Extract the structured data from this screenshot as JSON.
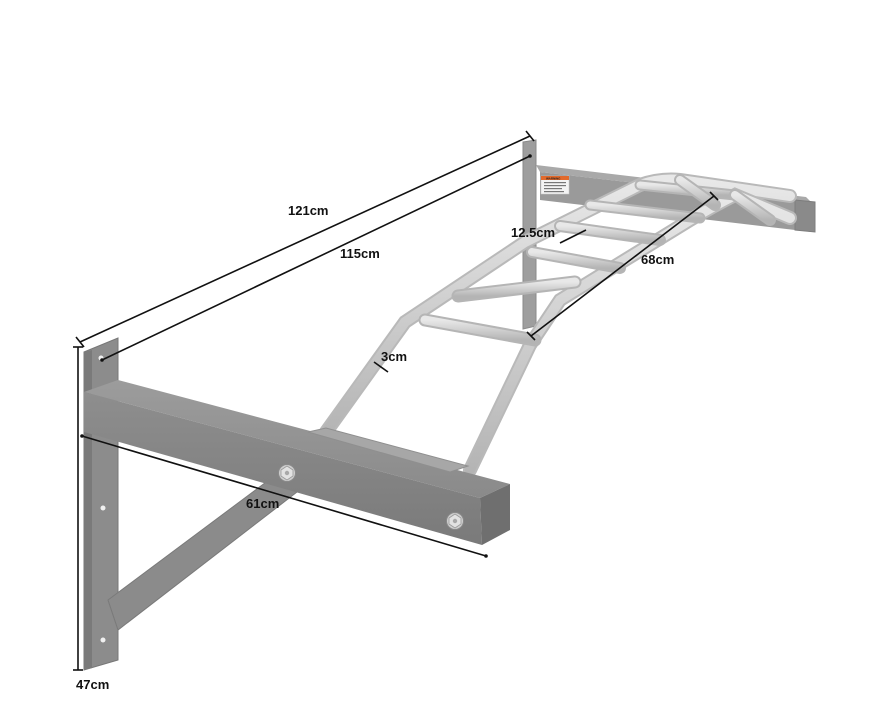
{
  "figure": {
    "dimensions": {
      "overall_length": "121cm",
      "mount_spacing": "115cm",
      "rung_spacing": "12.5cm",
      "ladder_length": "68cm",
      "tube_diameter": "3cm",
      "arm_length": "61cm",
      "bracket_height": "47cm"
    },
    "warning_label": "WARNING",
    "colors": {
      "steel_dark": "#8d8d8d",
      "steel_face": "#a3a3a3",
      "steel_shadow": "#6f6f6f",
      "chrome": "#d3d3d3",
      "chrome_edge": "#b6b6b6",
      "dimension_line": "#111111",
      "label_accent": "#e26a2c"
    }
  }
}
